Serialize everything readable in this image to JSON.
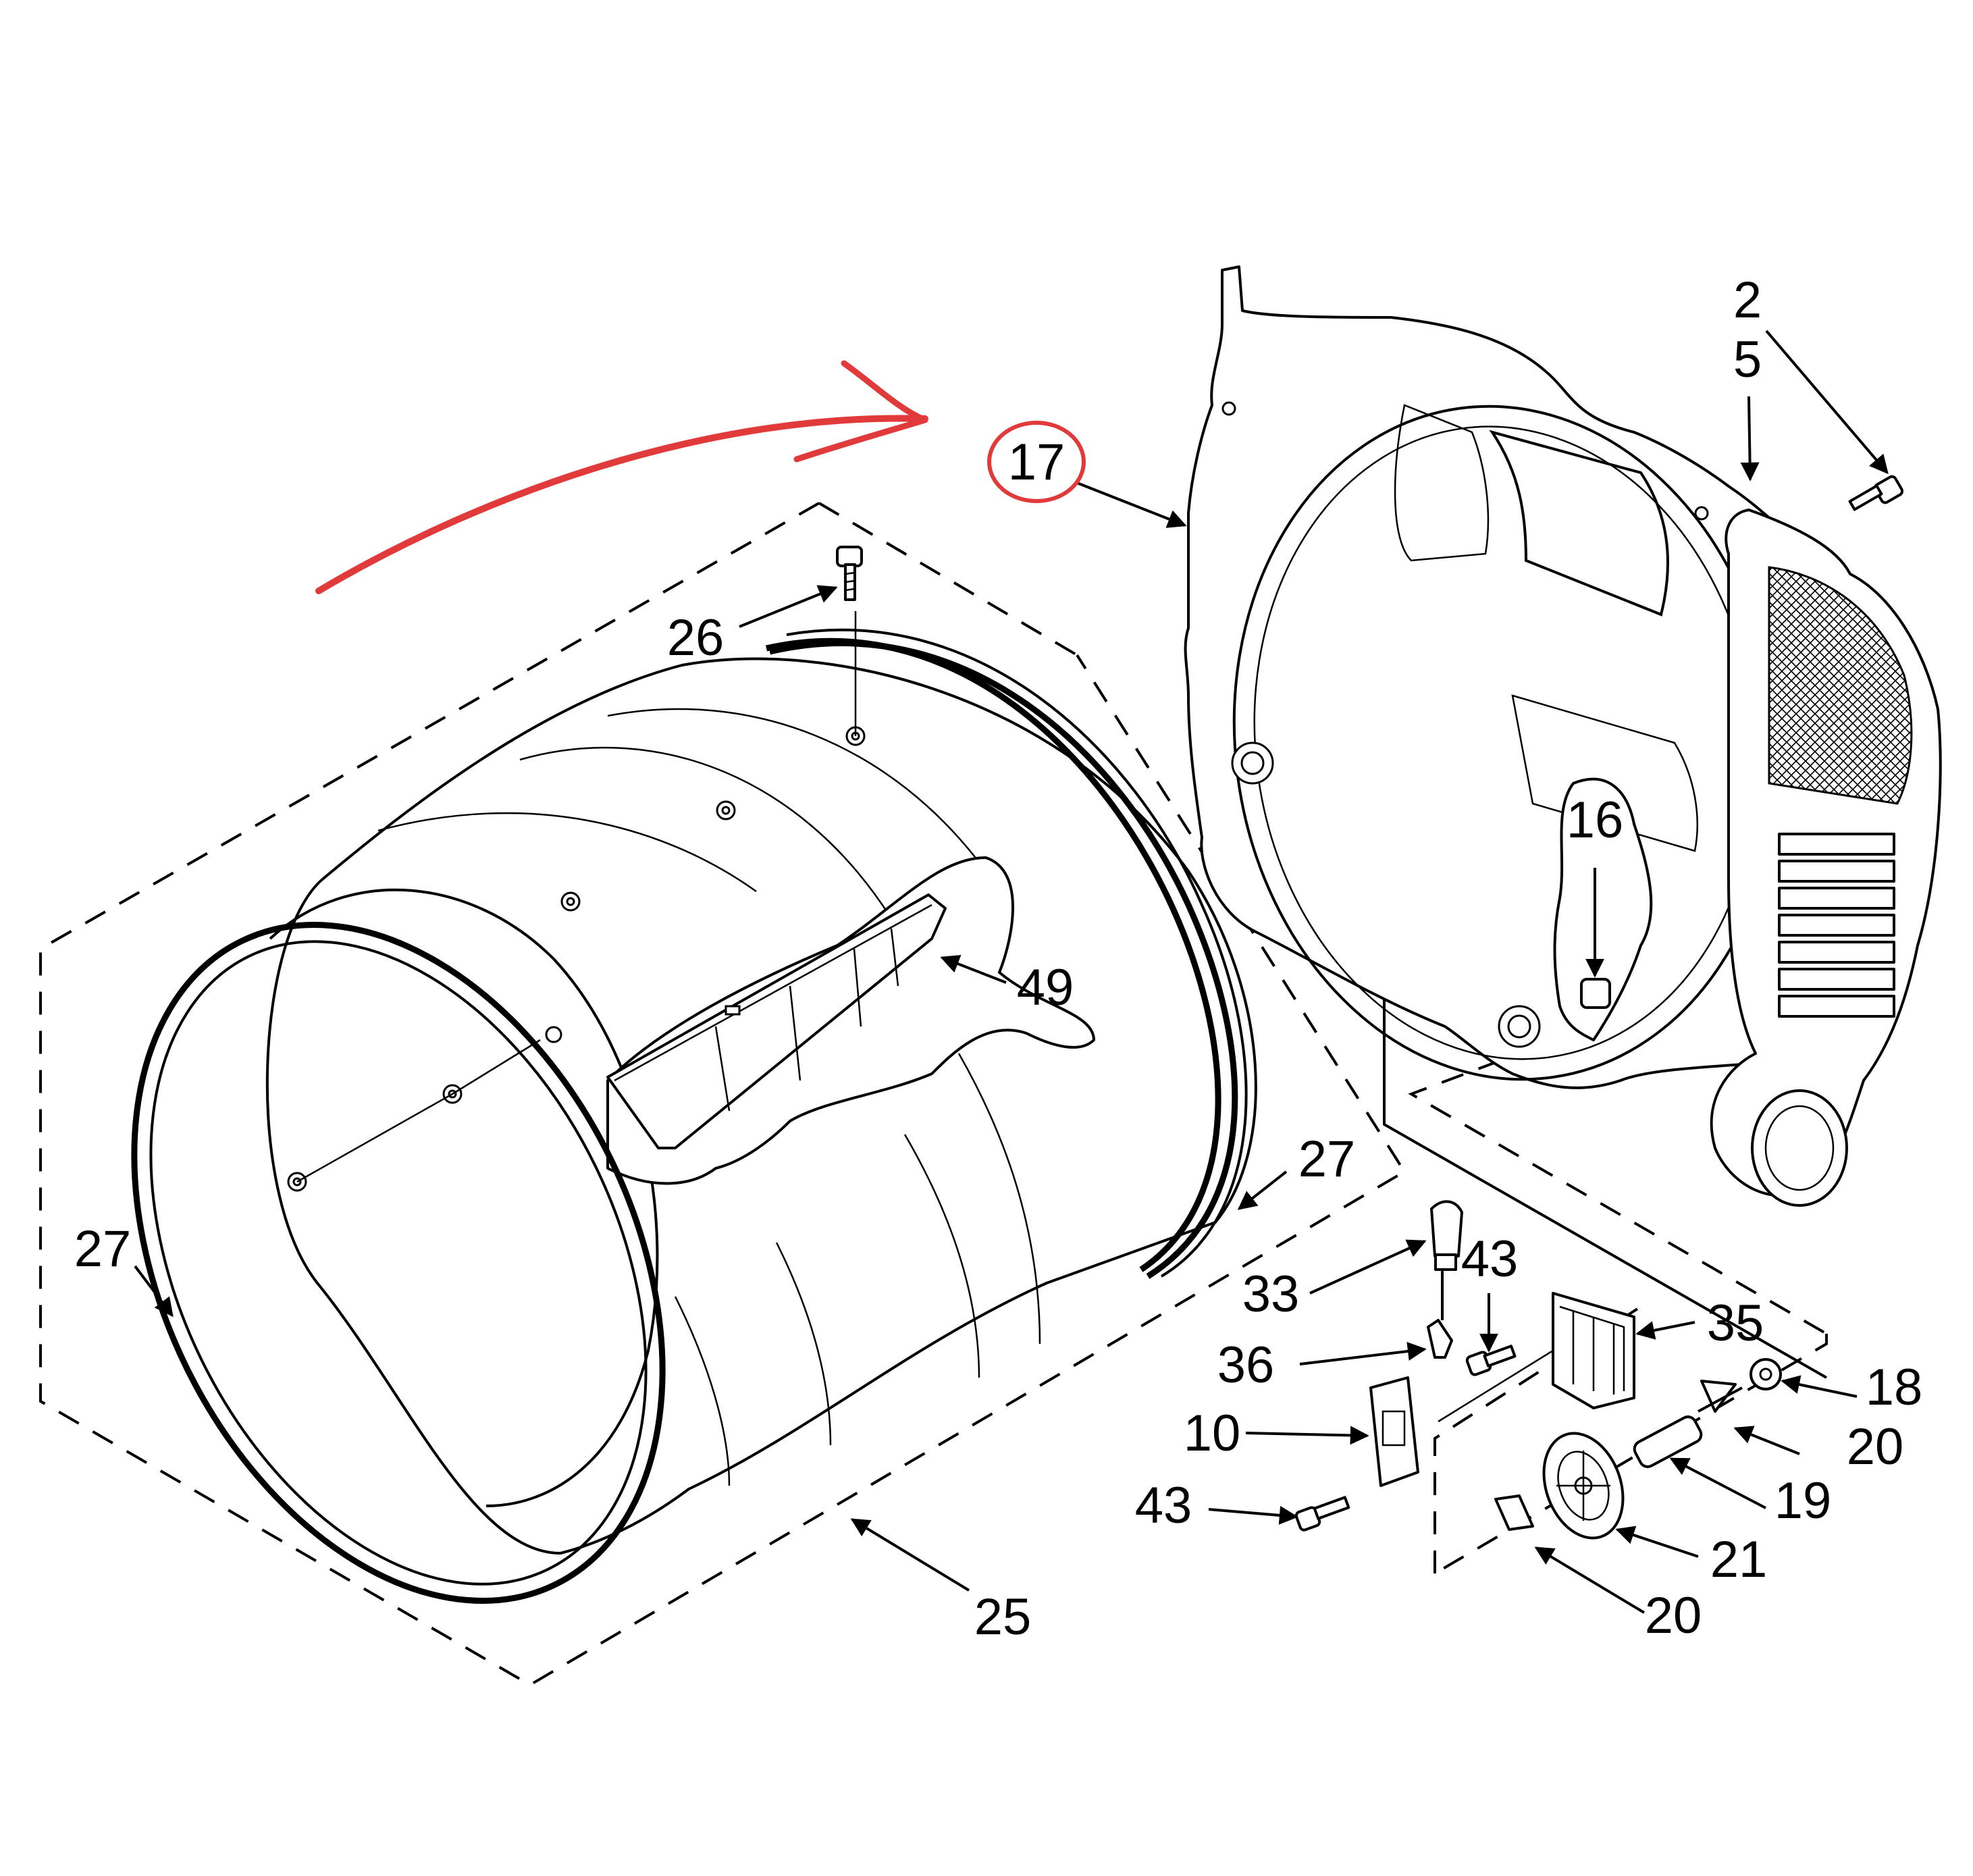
{
  "diagram": {
    "accent_color": "#e03a3a",
    "highlighted_part": "17",
    "callouts": {
      "c17": "17",
      "c2": "2",
      "c5": "5",
      "c26": "26",
      "c16": "16",
      "c49": "49",
      "c27_right": "27",
      "c27_left": "27",
      "c43_top": "43",
      "c33": "33",
      "c35": "35",
      "c36": "36",
      "c18": "18",
      "c10": "10",
      "c20_top": "20",
      "c19": "19",
      "c43_bottom": "43",
      "c21": "21",
      "c25": "25",
      "c20_bottom": "20"
    }
  }
}
